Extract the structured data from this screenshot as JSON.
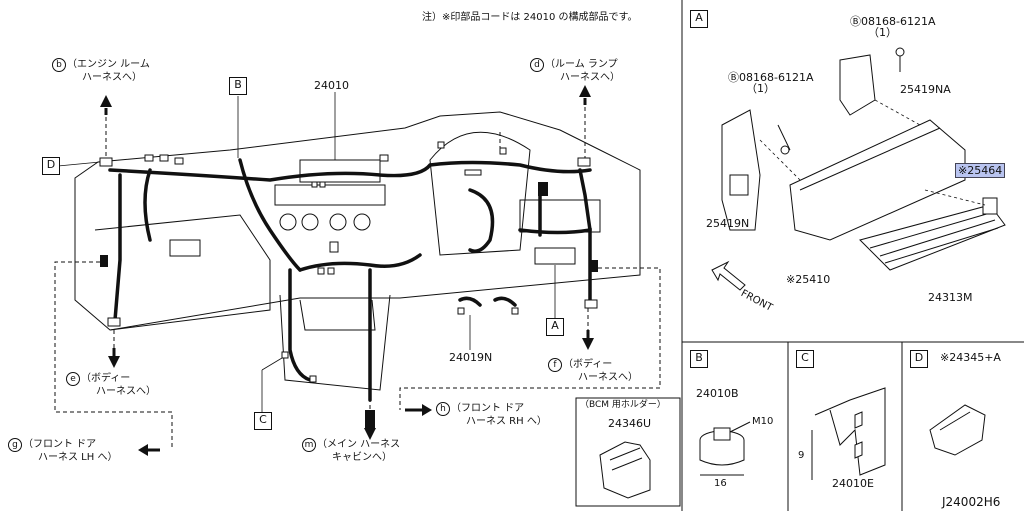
{
  "note": "注）※印部品コードは 24010 の構成部品です。",
  "main": {
    "part_24010": "24010",
    "part_24019N": "24019N",
    "callout_B": "B",
    "callout_D": "D",
    "callout_A": "A",
    "callout_C": "C",
    "b_label": {
      "circle": "b",
      "line1": "（エンジン ルーム",
      "line2": "ハーネスへ）"
    },
    "d_label": {
      "circle": "d",
      "line1": "（ルーム ランプ",
      "line2": "ハーネスへ）"
    },
    "e_label": {
      "circle": "e",
      "line1": "（ボディー",
      "line2": "ハーネスへ）"
    },
    "f_label": {
      "circle": "f",
      "line1": "（ボディー",
      "line2": "ハーネスへ）"
    },
    "g_label": {
      "circle": "g",
      "line1": "（フロント ドア",
      "line2": "ハーネス LH へ）"
    },
    "h_label": {
      "circle": "h",
      "line1": "（フロント ドア",
      "line2": "ハーネス RH へ）"
    },
    "m_label": {
      "circle": "m",
      "line1": "（メイン ハーネス",
      "line2": "キャビンへ）"
    },
    "bcm_title": "（BCM 用ホルダー）",
    "bcm_part": "24346U"
  },
  "panel_A": {
    "tag": "A",
    "bolt1": {
      "code": "Ⓑ08168-6121A",
      "qty": "（1）"
    },
    "bolt2": {
      "code": "Ⓑ08168-6121A",
      "qty": "（1）"
    },
    "p25419NA": "25419NA",
    "p25419N": "25419N",
    "p25464": "※25464",
    "p25410": "※25410",
    "p24313M": "24313M",
    "front": "FRONT"
  },
  "panel_B": {
    "tag": "B",
    "part": "24010B",
    "m10": "M10",
    "dim": "16"
  },
  "panel_C": {
    "tag": "C",
    "part": "24010E",
    "dim": "9"
  },
  "panel_D": {
    "tag": "D",
    "part": "※24345+A"
  },
  "diagram_code": "J24002H6"
}
